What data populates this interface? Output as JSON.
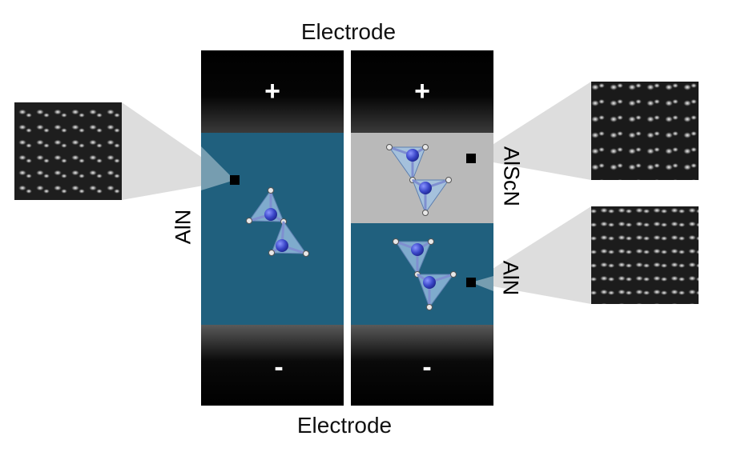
{
  "labels": {
    "top_electrode": "Electrode",
    "bottom_electrode": "Electrode",
    "left_layer": "AlN",
    "right_top_layer": "AlScN",
    "right_bottom_layer": "AlN",
    "plus_left": "+",
    "plus_right": "+",
    "minus_left": "-",
    "minus_right": "-"
  },
  "colors": {
    "electrode": "#000000",
    "aln_layer": "#20607e",
    "alscn_layer": "#b9b9b9",
    "atom_blue": "#3a46c8",
    "tetrahedron": "#9fc4e8",
    "zoom_wedge": "#dcdcdc"
  }
}
